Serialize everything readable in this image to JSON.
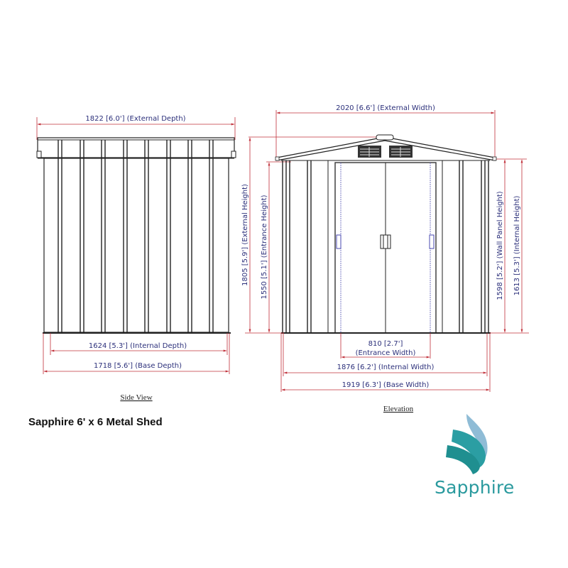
{
  "title": "Sapphire 6' x 6 Metal Shed",
  "brand": {
    "name": "Sapphire",
    "color": "#2a9a9e",
    "logo_colors": [
      "#8fbcd6",
      "#2b9ea3",
      "#1f8f90"
    ]
  },
  "colors": {
    "dimension_line": "#c0303a",
    "dimension_text": "#2b2f7a",
    "outline": "#222222",
    "hinge": "#4a4ab0"
  },
  "side_view": {
    "caption": "Side View",
    "dimensions": {
      "external_depth": "1822 [6.0'] (External Depth)",
      "internal_depth": "1624 [5.3'] (Internal Depth)",
      "base_depth": "1718 [5.6'] (Base Depth)"
    }
  },
  "elevation": {
    "caption": "Elevation",
    "dimensions": {
      "external_width": "2020 [6.6'] (External Width)",
      "external_height": "1805 [5.9'] (External Height)",
      "entrance_height": "1550 [5.1'] (Entrance Height)",
      "wall_panel_height": "1598 [5.2'] (Wall Panel Height)",
      "internal_height": "1613 [5.3'] (Internal Height)",
      "entrance_width_value": "810 [2.7']",
      "entrance_width_label": "(Entrance Width)",
      "internal_width": "1876 [6.2'] (Internal Width)",
      "base_width": "1919 [6.3'] (Base Width)"
    }
  }
}
